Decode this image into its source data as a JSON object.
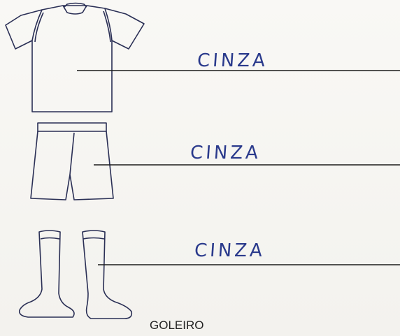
{
  "items": [
    {
      "label": "CINZA"
    },
    {
      "label": "CINZA"
    },
    {
      "label": "CINZA"
    }
  ],
  "caption": "GOLEIRO",
  "colors": {
    "ink": "#2a3a8c",
    "line": "#1b1b1b",
    "paper": "#f7f6f3"
  },
  "icons": [
    "jersey-illustration",
    "shorts-illustration",
    "socks-illustration"
  ]
}
